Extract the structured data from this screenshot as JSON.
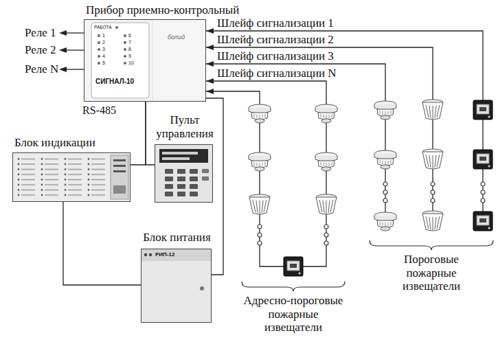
{
  "diagram": {
    "nodes": [
      {
        "text": [
          "Прибор приемно-контрольный"
        ]
      },
      {
        "text": [
          "Блок индикации"
        ]
      },
      {
        "text": [
          "Пульт управления"
        ]
      },
      {
        "text": [
          "Блок питания"
        ]
      }
    ],
    "edges": [
      {
        "from": 0,
        "to": 1,
        "arrow": "none",
        "label": "RS-485"
      },
      {
        "from": 0,
        "to": 2,
        "arrow": "none"
      },
      {
        "from": 3,
        "to": 1,
        "arrow": "none"
      },
      {
        "from": 0,
        "to": 3,
        "arrow": "none"
      }
    ],
    "labels": [
      "Реле 1",
      "Реле 2",
      "Реле N",
      "Шлейф сигнализации 1",
      "Шлейф сигнализации 2",
      "Шлейф сигнализации 3",
      "Шлейф сигнализации N",
      "Адресно-пороговые пожарные извещатели",
      "Пороговые пожарные извещатели",
      "СИГНАЛ-10",
      "РАБОТА",
      "болид",
      "РИП-12",
      "1",
      "2",
      "3",
      "4",
      "5",
      "6",
      "7",
      "8",
      "9",
      "10"
    ]
  }
}
